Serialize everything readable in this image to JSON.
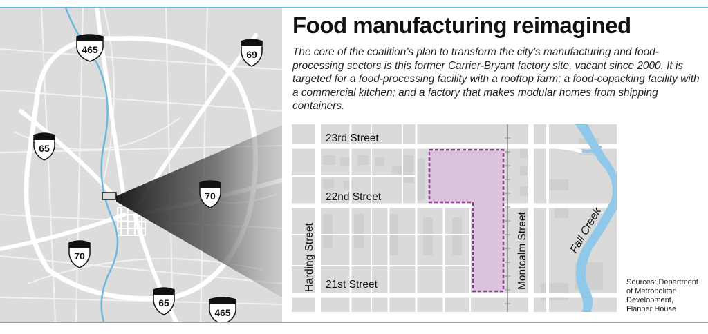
{
  "title": "Food manufacturing reimagined",
  "description": "The core of the coalition’s plan to transform the city’s manufacturing and food-processing sectors is this former Carrier-Bryant factory site, vacant since 2000. It is targeted for a food-processing facility with a rooftop farm; a food-copacking facility with a commercial kitchen; and a factory that makes modular homes from shipping containers.",
  "locator_map": {
    "highway_shields": {
      "i465_top": "465",
      "i69": "69",
      "i65_top": "65",
      "i70_right": "70",
      "i70_left": "70",
      "i65_bottom": "65",
      "i465_bottom": "465"
    }
  },
  "detail_map": {
    "streets": {
      "s23rd": "23rd Street",
      "s22nd": "22nd Street",
      "s21st": "21st Street",
      "harding": "Harding Street",
      "montcalm": "Montcalm Street"
    },
    "creek": "Fall Creek",
    "colors": {
      "site_fill": "#dcc3dd",
      "site_border": "#8b3d8f",
      "water": "#8fc8e8",
      "street": "#ffffff",
      "block": "#dadada",
      "rail": "#888888"
    }
  },
  "sources": {
    "line1": "Sources: Department",
    "line2": "of Metropolitan",
    "line3": "Development,",
    "line4": "Flanner House"
  }
}
